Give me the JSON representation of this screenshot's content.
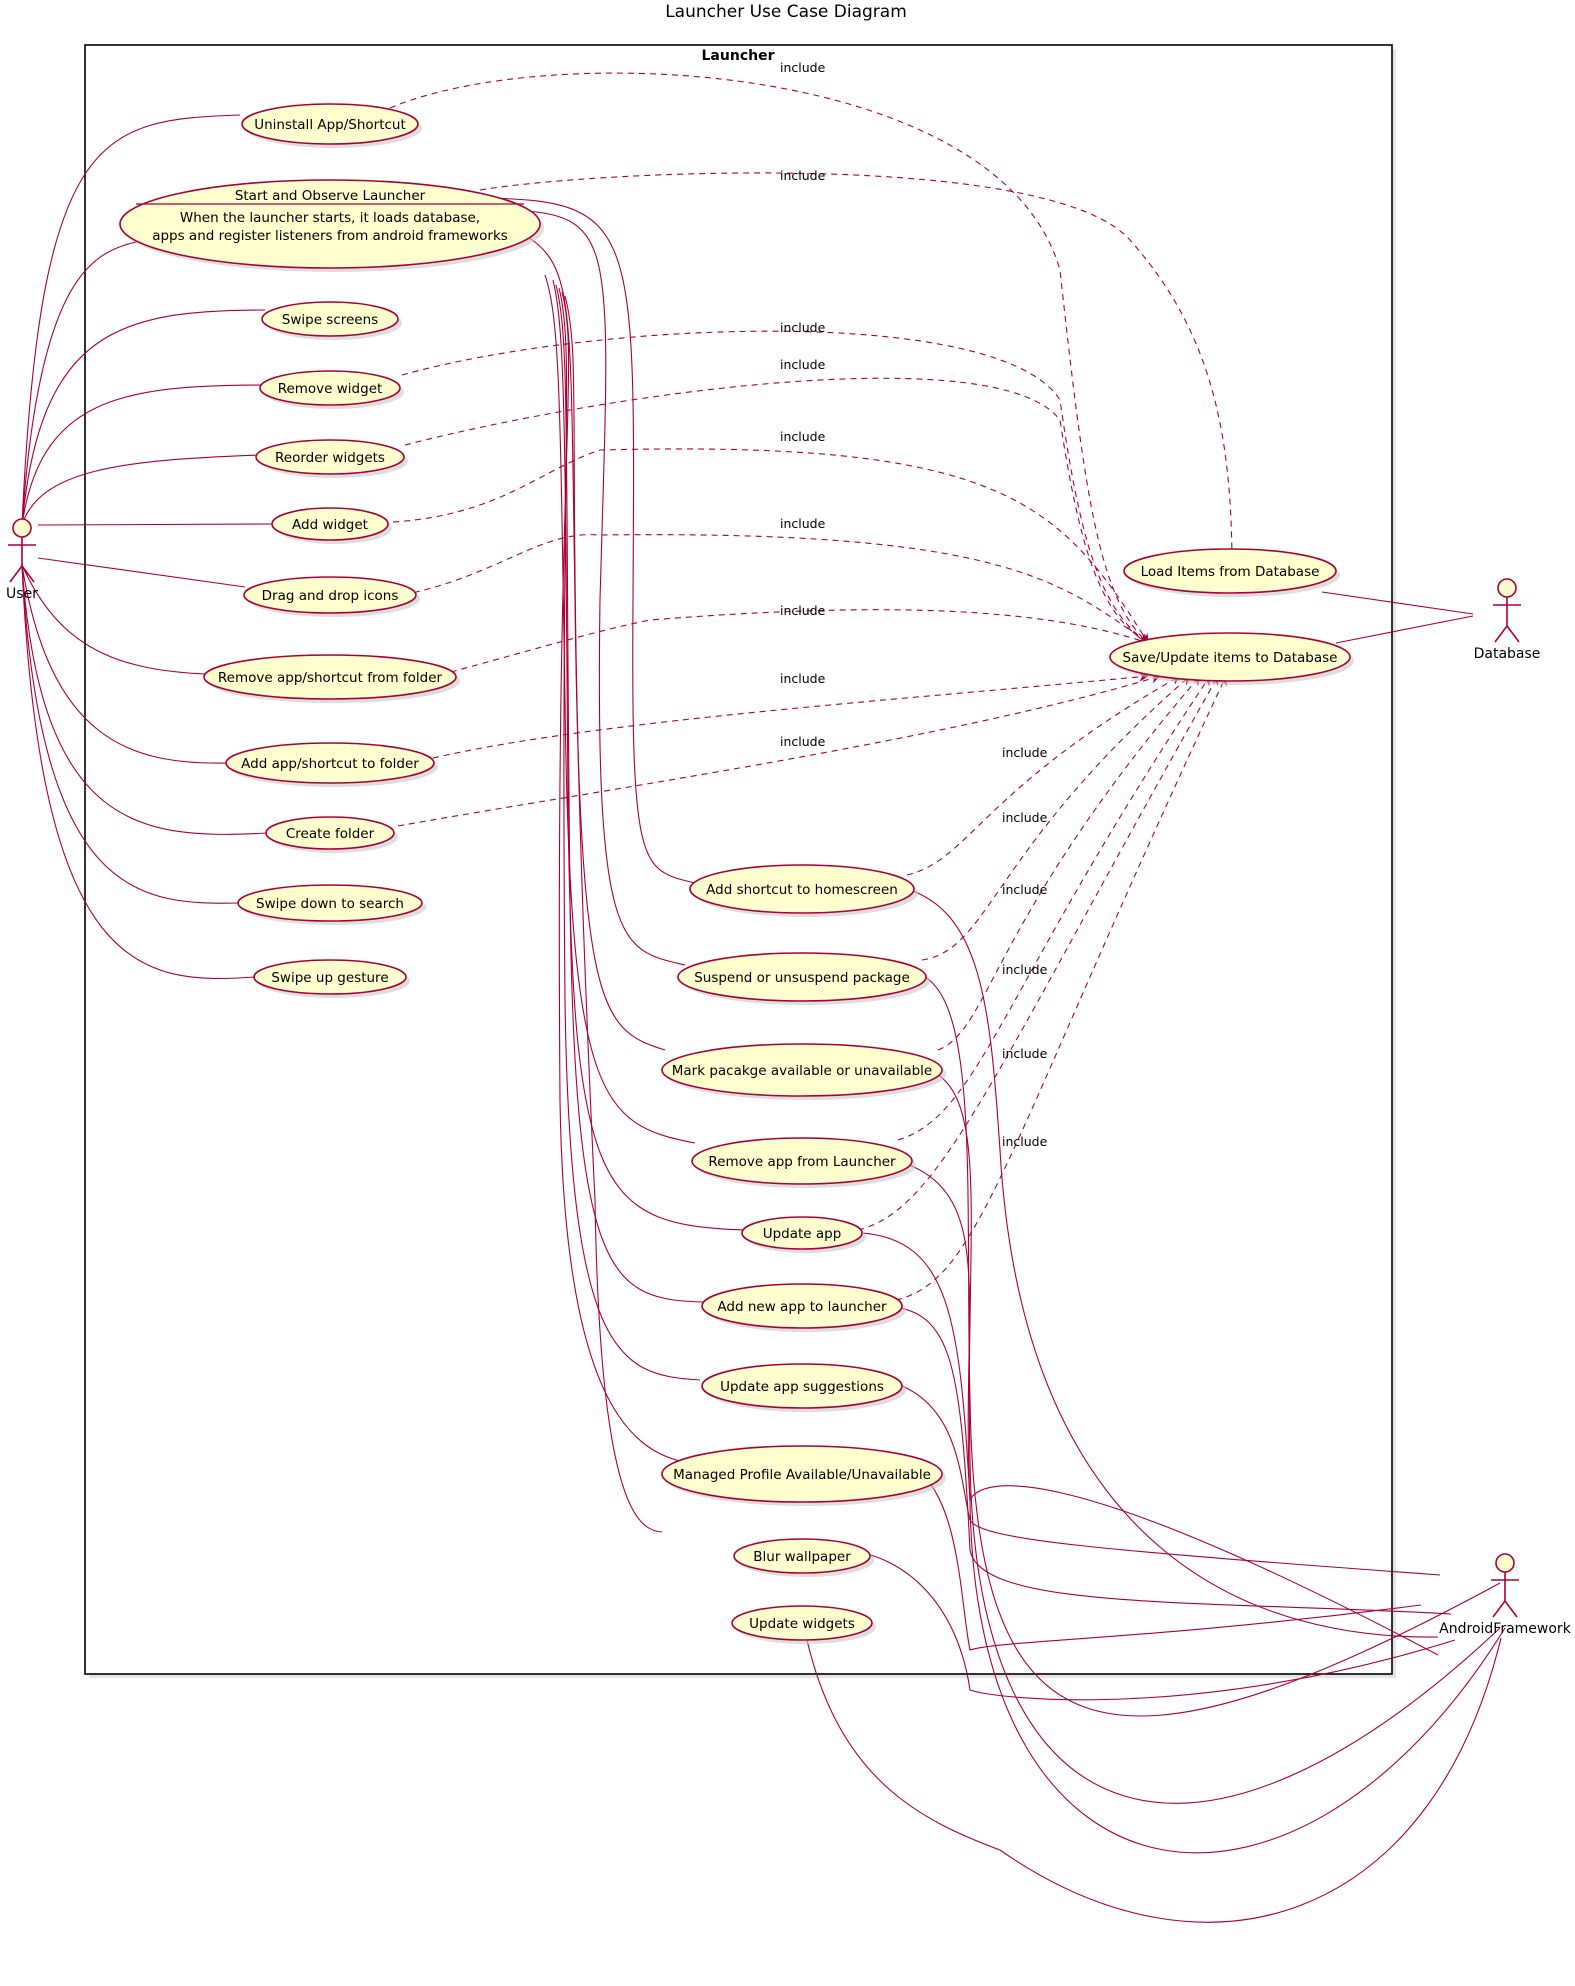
{
  "title": "Launcher Use Case Diagram",
  "system_boundary": "Launcher",
  "actors": {
    "user": "User",
    "database": "Database",
    "android": "AndroidFramework"
  },
  "usecases": {
    "uninstall": "Uninstall App/Shortcut",
    "start_title": "Start and Observe Launcher",
    "start_desc1": "When the launcher starts, it loads database,",
    "start_desc2": "apps and register listeners from android frameworks",
    "swipe_screens": "Swipe screens",
    "remove_widget": "Remove widget",
    "reorder_widgets": "Reorder widgets",
    "add_widget": "Add widget",
    "drag_drop": "Drag and drop icons",
    "remove_from_folder": "Remove app/shortcut from folder",
    "add_to_folder": "Add app/shortcut to folder",
    "create_folder": "Create folder",
    "swipe_down": "Swipe down to search",
    "swipe_up": "Swipe up gesture",
    "load_items": "Load Items from Database",
    "save_items": "Save/Update items to Database",
    "add_shortcut": "Add shortcut to homescreen",
    "suspend": "Suspend or unsuspend package",
    "mark_package": "Mark pacakge available or unavailable",
    "remove_app": "Remove app from Launcher",
    "update_app": "Update app",
    "add_new_app": "Add new app to launcher",
    "update_suggestions": "Update app suggestions",
    "managed_profile": "Managed Profile Available/Unavailable",
    "blur_wallpaper": "Blur wallpaper",
    "update_widgets": "Update widgets"
  },
  "include_label": "include",
  "colors": {
    "usecase_fill": "#FEFECE",
    "stroke": "#A80036"
  }
}
